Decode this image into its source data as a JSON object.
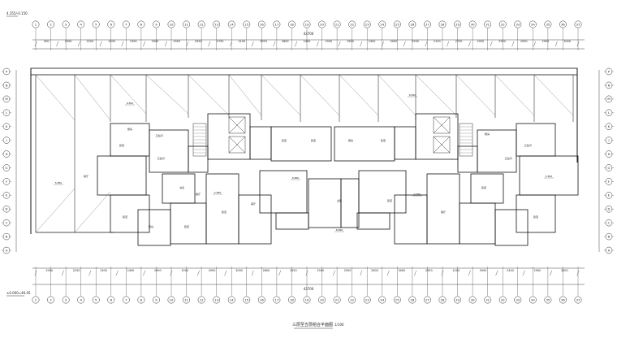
{
  "drawing": {
    "title": "三层至五层组合平面图",
    "scale": "1/100",
    "top_note": "4.355/-0.150",
    "bottom_note": "±0.000=46.05",
    "total_dimension_top": "43700",
    "total_dimension_bottom": "43700",
    "top_axes": [
      "1",
      "2",
      "3",
      "4",
      "5",
      "6",
      "7",
      "8",
      "9",
      "10",
      "11",
      "12",
      "13",
      "14",
      "15",
      "16",
      "17",
      "18",
      "19",
      "20",
      "21",
      "22",
      "23",
      "24",
      "25",
      "26",
      "27",
      "28",
      "29",
      "30",
      "31",
      "32",
      "33",
      "34",
      "35",
      "36",
      "37"
    ],
    "bottom_axes": [
      "1",
      "2",
      "3",
      "4",
      "5",
      "6",
      "7",
      "8",
      "9",
      "10",
      "11",
      "12",
      "13",
      "14",
      "15",
      "16",
      "17",
      "18",
      "19",
      "20",
      "21",
      "22",
      "23",
      "24",
      "25",
      "26",
      "27",
      "28",
      "29",
      "30",
      "31",
      "32",
      "33",
      "34",
      "35",
      "36",
      "37"
    ],
    "side_axes": [
      "P",
      "N",
      "M",
      "L",
      "K",
      "J",
      "H",
      "G",
      "F",
      "E",
      "D",
      "C",
      "B",
      "A"
    ],
    "top_dims": [
      "900",
      "2900",
      "2250",
      "1500",
      "1500",
      "2900",
      "2950",
      "2450",
      "2750",
      "2100",
      "2950",
      "2600",
      "2450",
      "1900",
      "1900",
      "2450",
      "3000",
      "2950",
      "2100",
      "2750",
      "2450",
      "2950",
      "2900",
      "2900",
      "3000"
    ],
    "bottom_dims": [
      "2900",
      "2250",
      "1500",
      "2400",
      "2900",
      "1500",
      "2950",
      "3000",
      "2600",
      "2950",
      "1900",
      "2950",
      "2600",
      "3000",
      "2950",
      "1500",
      "2900",
      "2450",
      "2900",
      "3000"
    ],
    "room_labels": [
      "客厅",
      "卧室",
      "卧室",
      "厨房",
      "卫生间",
      "卫生间",
      "餐厅",
      "阳台",
      "卧室",
      "卧室",
      "书房",
      "客厅",
      "卧室",
      "卧室",
      "厨房",
      "卧室",
      "主卧",
      "卧室",
      "客厅",
      "卧室",
      "厨房",
      "卫生间",
      "卫生间",
      "卧室"
    ],
    "level_labels": [
      "8.850",
      "8.850",
      "2.850",
      "2.850",
      "5.850",
      "5.850",
      "8.860",
      "8.860"
    ],
    "colors": {
      "line": "#333333",
      "light": "#888888",
      "wall": "#111111"
    }
  }
}
